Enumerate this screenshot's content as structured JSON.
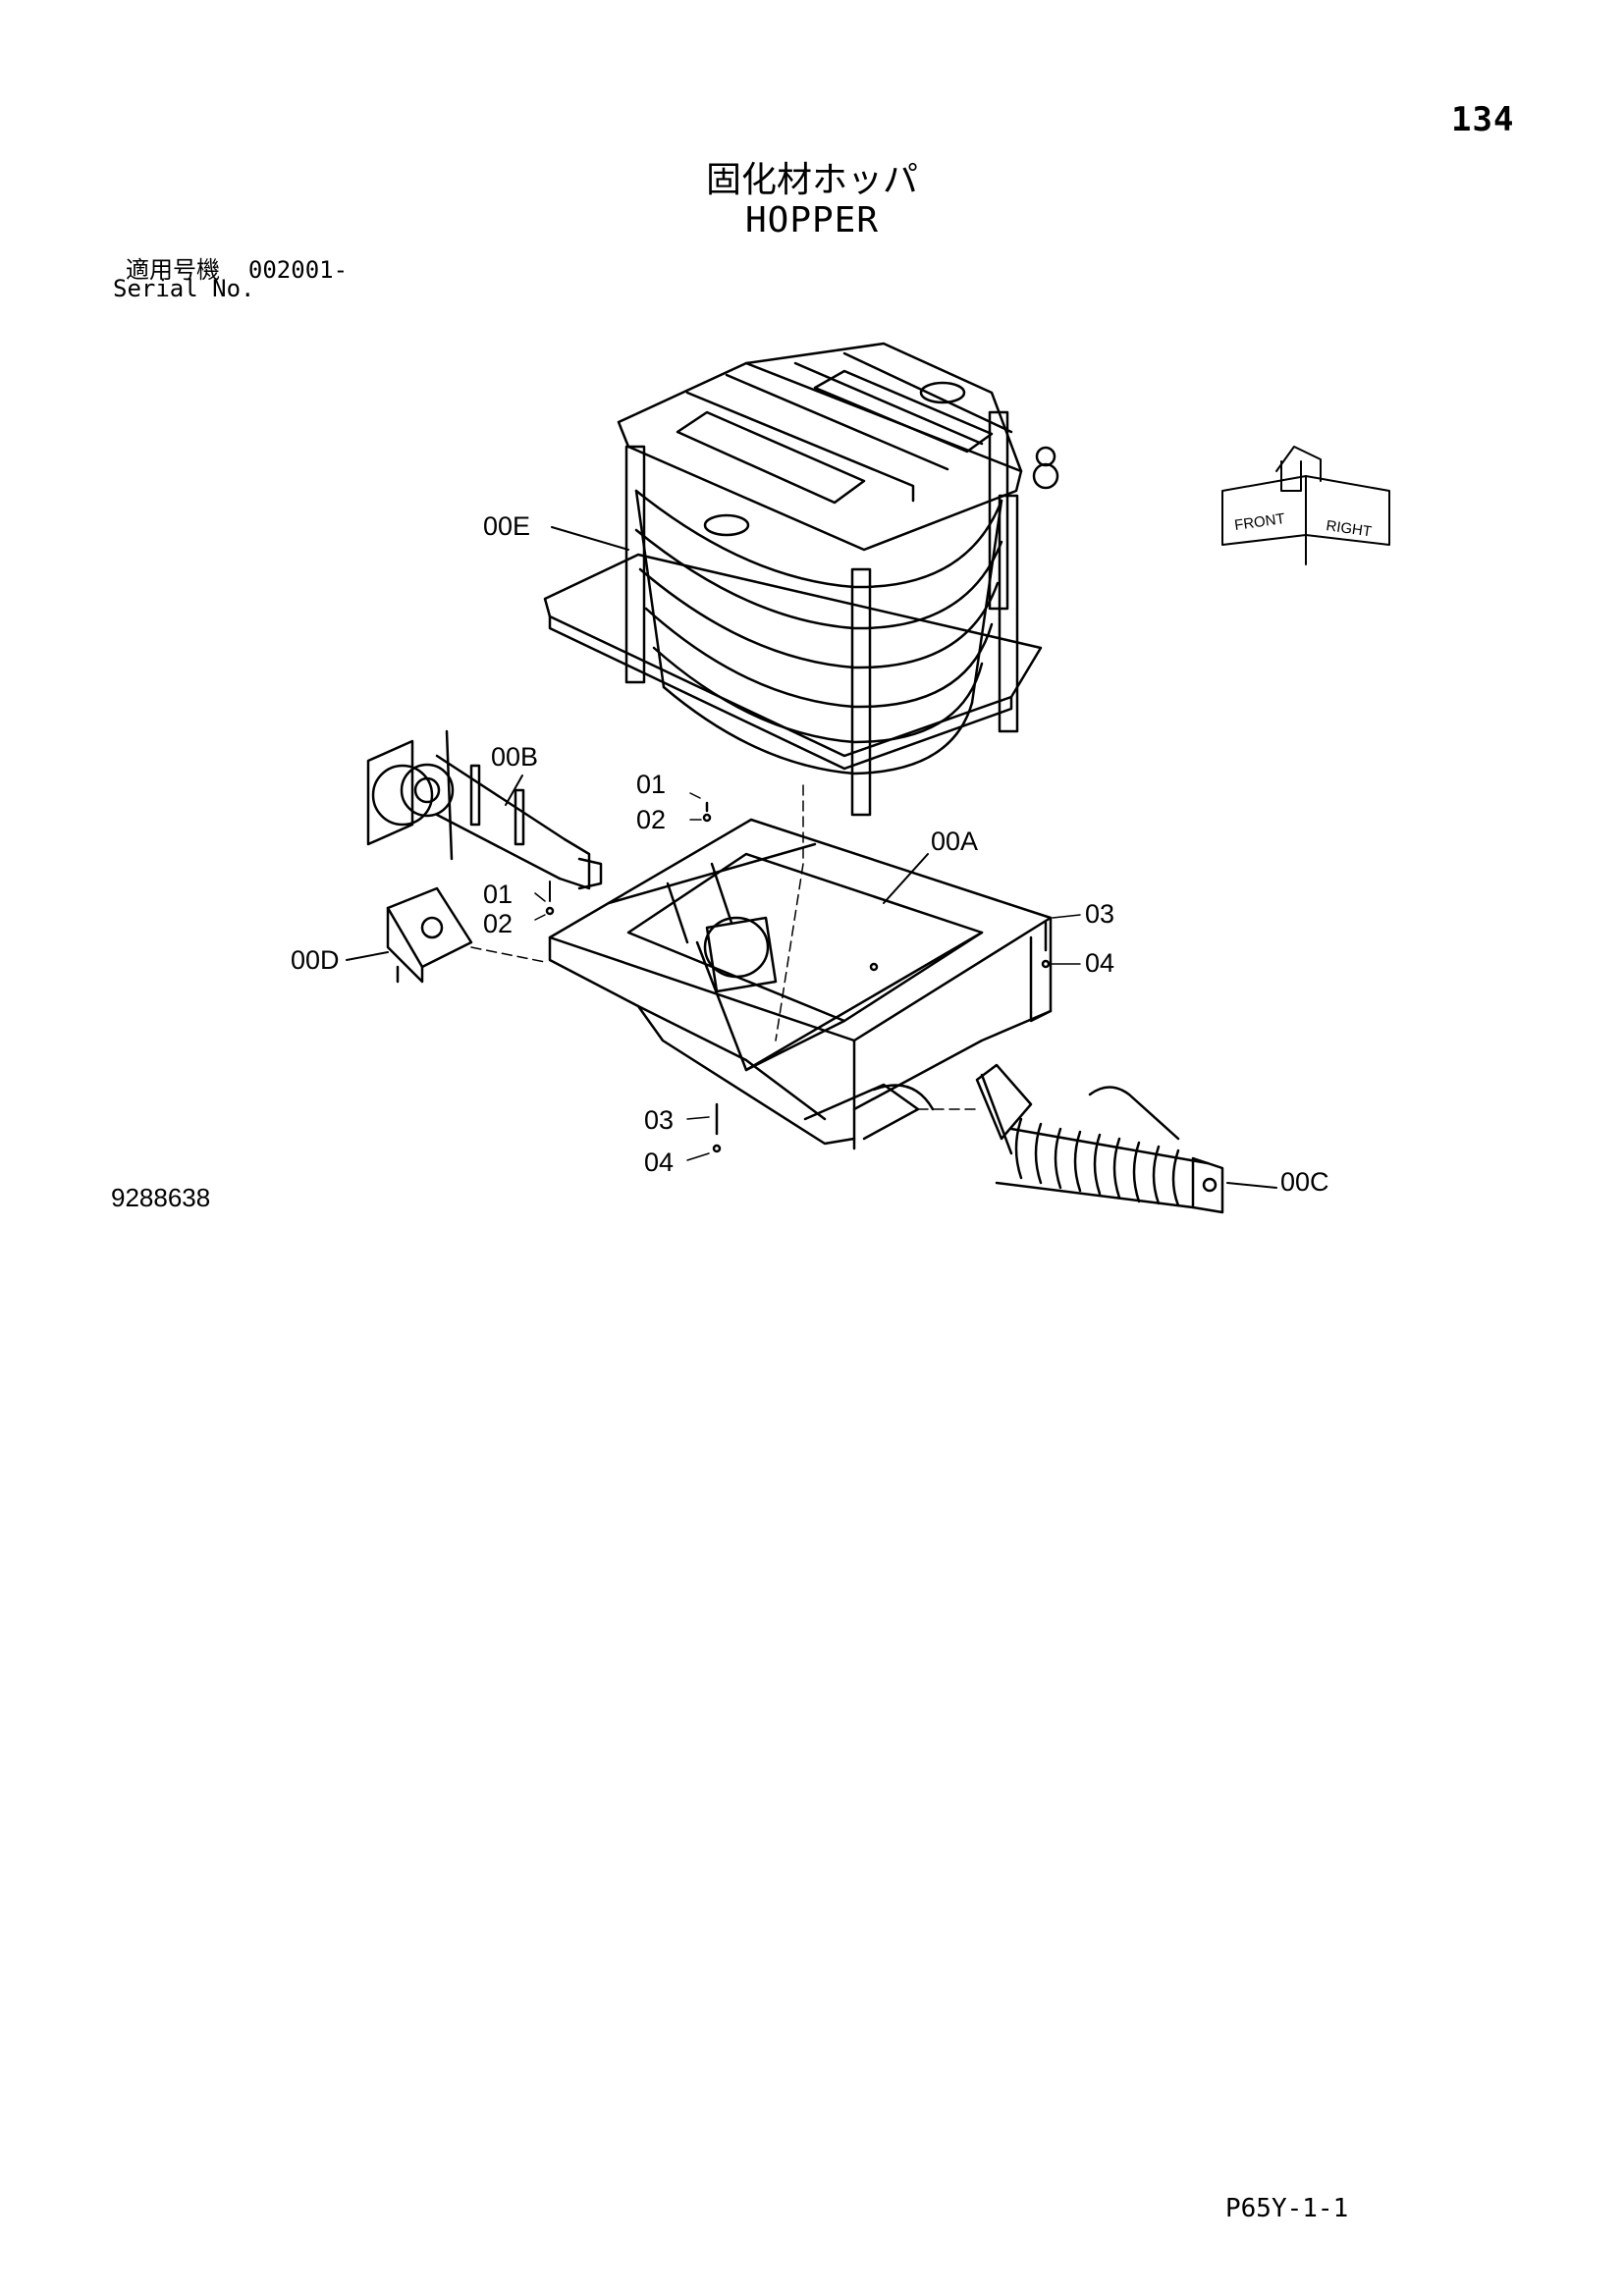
{
  "header": {
    "page_number": "134",
    "title_ja": "固化材ホッパ",
    "title_en": "HOPPER",
    "serial_label_ja": "適用号機",
    "serial_value": "002001-",
    "serial_label_en": "Serial No."
  },
  "footer": {
    "drawing_number": "9288638",
    "page_ref": "P65Y-1-1"
  },
  "diagram": {
    "callouts": {
      "00E": "00E",
      "00B": "00B",
      "00A": "00A",
      "00D": "00D",
      "00C": "00C",
      "01a": "01",
      "02a": "02",
      "01b": "01",
      "02b": "02",
      "03a": "03",
      "04a": "04",
      "03b": "03",
      "04b": "04"
    },
    "compass": {
      "front": "FRONT",
      "right": "RIGHT"
    }
  }
}
